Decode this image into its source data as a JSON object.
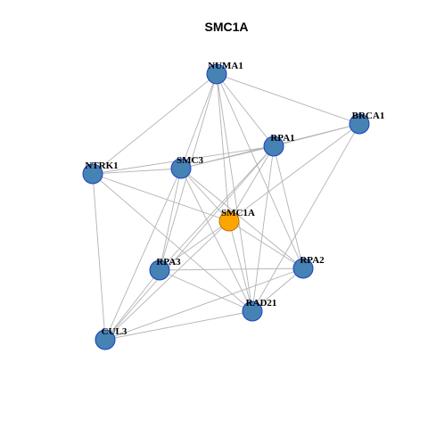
{
  "title": "SMC1A",
  "colors": {
    "node_default": "#4682B4",
    "node_border": "#1c3fc4",
    "node_focus": "#FFA500",
    "node_focus_border": "#c0700a",
    "edge": "#b3b3b3"
  },
  "nodes": [
    {
      "id": "NUMA1",
      "label": "NUMA1",
      "focus": false
    },
    {
      "id": "BRCA1",
      "label": "BRCA1",
      "focus": false
    },
    {
      "id": "RPA1",
      "label": "RPA1",
      "focus": false
    },
    {
      "id": "NTRK1",
      "label": "NTRK1",
      "focus": false
    },
    {
      "id": "SMC3",
      "label": "SMC3",
      "focus": false
    },
    {
      "id": "SMC1A",
      "label": "SMC1A",
      "focus": true
    },
    {
      "id": "RPA3",
      "label": "RPA3",
      "focus": false
    },
    {
      "id": "RPA2",
      "label": "RPA2",
      "focus": false
    },
    {
      "id": "RAD21",
      "label": "RAD21",
      "focus": false
    },
    {
      "id": "CUL3",
      "label": "CUL3",
      "focus": false
    }
  ],
  "edges": [
    [
      "NUMA1",
      "BRCA1"
    ],
    [
      "NUMA1",
      "NTRK1"
    ],
    [
      "NUMA1",
      "SMC3"
    ],
    [
      "NUMA1",
      "SMC1A"
    ],
    [
      "NUMA1",
      "RPA3"
    ],
    [
      "NUMA1",
      "RPA2"
    ],
    [
      "NUMA1",
      "RAD21"
    ],
    [
      "NUMA1",
      "RPA1"
    ],
    [
      "BRCA1",
      "RPA1"
    ],
    [
      "BRCA1",
      "SMC3"
    ],
    [
      "BRCA1",
      "SMC1A"
    ],
    [
      "BRCA1",
      "RAD21"
    ],
    [
      "RPA1",
      "NTRK1"
    ],
    [
      "RPA1",
      "SMC3"
    ],
    [
      "RPA1",
      "SMC1A"
    ],
    [
      "RPA1",
      "RPA3"
    ],
    [
      "RPA1",
      "RPA2"
    ],
    [
      "RPA1",
      "RAD21"
    ],
    [
      "RPA1",
      "CUL3"
    ],
    [
      "NTRK1",
      "SMC3"
    ],
    [
      "NTRK1",
      "SMC1A"
    ],
    [
      "NTRK1",
      "CUL3"
    ],
    [
      "NTRK1",
      "RAD21"
    ],
    [
      "SMC3",
      "SMC1A"
    ],
    [
      "SMC3",
      "RPA3"
    ],
    [
      "SMC3",
      "RPA2"
    ],
    [
      "SMC3",
      "RAD21"
    ],
    [
      "SMC3",
      "CUL3"
    ],
    [
      "SMC1A",
      "RPA3"
    ],
    [
      "SMC1A",
      "RPA2"
    ],
    [
      "SMC1A",
      "RAD21"
    ],
    [
      "SMC1A",
      "CUL3"
    ],
    [
      "RPA3",
      "RPA2"
    ],
    [
      "RPA3",
      "RAD21"
    ],
    [
      "RPA3",
      "CUL3"
    ],
    [
      "RPA2",
      "RAD21"
    ],
    [
      "RPA2",
      "CUL3"
    ],
    [
      "RAD21",
      "CUL3"
    ]
  ]
}
